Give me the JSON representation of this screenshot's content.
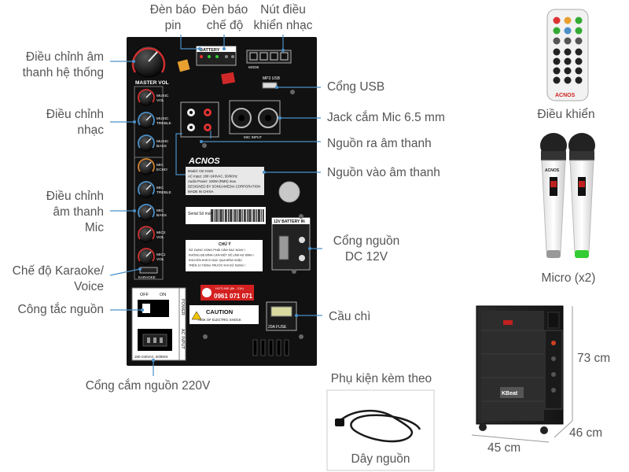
{
  "labels": {
    "battery_led": [
      "Đèn báo",
      "pin"
    ],
    "mode_led": [
      "Đèn báo",
      "chế độ"
    ],
    "music_buttons": [
      "Nút điều",
      "khiển nhạc"
    ],
    "master_volume": [
      "Điều chỉnh âm",
      "thanh hệ thống"
    ],
    "music_adjust": [
      "Điều chỉnh",
      "nhạc"
    ],
    "mic_adjust": [
      "Điều chỉnh",
      "âm thanh",
      "Mic"
    ],
    "karaoke_voice": [
      "Chế độ Karaoke/",
      "Voice"
    ],
    "power_switch": "Công tắc nguồn",
    "ac_port": "Cổng cắm nguồn 220V",
    "usb_port": "Cổng USB",
    "mic_jack": "Jack cắm Mic 6.5 mm",
    "audio_out": "Nguồn ra âm thanh",
    "audio_in": "Nguồn vào âm thanh",
    "dc_port": [
      "Cổng nguồn",
      "DC 12V"
    ],
    "fuse": "Cầu chì",
    "remote": "Điều khiển",
    "micro": "Micro (x2)",
    "accessories": "Phụ kiện kèm theo",
    "power_cord": "Dây nguồn",
    "height": "73 cm",
    "depth": "46 cm",
    "width": "45 cm"
  },
  "panel": {
    "brand": "ACNOS",
    "master_vol": "MASTER VOL",
    "knobs": [
      "MUSIC VOL",
      "MUSIC TREBLE",
      "MUSIC BASS",
      "MIC ECHO",
      "MIC TREBLE",
      "MIC BASS",
      "MIC2 VOL",
      "MIC1 VOL"
    ],
    "karaoke": "KARAOKE",
    "battery": "BATTERY",
    "mode": "MODE",
    "mp3_usb": "MP3 USB",
    "mic_input": "MIC INPUT",
    "battery_in": "12V BATTERY IN",
    "power": "POWER",
    "ac_input": "AC INPUT",
    "ac_spec": "180~240VAC, 50/60Hz",
    "off": "OFF",
    "on": "ON",
    "model_lines": [
      "Model: CB X15G",
      "AC Input: 180~240VAC, 50/60Hz",
      "Audio Power: 100W (RMS) max.",
      "DESIGNED BY SONGAMEDIA CORPORATION",
      "MADE IN CHINA"
    ],
    "serial": "Serial Số máy",
    "warning_title": "CHÚ Ý",
    "warning_lines": [
      "SỬ DỤNG XONG PHẢI CẮM SẠC NGAY !",
      "KHÔNG ĐỂ BÌNH CẠN KIỆT SẼ LÀM HƯ BÌNH !",
      "KHUYẾN KHÍCH SẠC QUA ĐÊM HOẶC",
      "TRÊN 10 TIẾNG TRƯỚC KHI SỬ DỤNG !"
    ],
    "hotline_top": "HOTLINE (8h - 21h)",
    "hotline": "0961 071 071",
    "caution": "CAUTION",
    "caution_sub": "RISK OF ELECTRIC SHOCK",
    "fuse_rating": "20A FUSE"
  },
  "remote_brand": "ACNOS",
  "mic_brand": "ACNOS",
  "speaker_brand": "KBeat",
  "colors": {
    "panel": "#111111",
    "leader": "#4a90c8",
    "label": "#555555",
    "hotline": "#d42020"
  }
}
